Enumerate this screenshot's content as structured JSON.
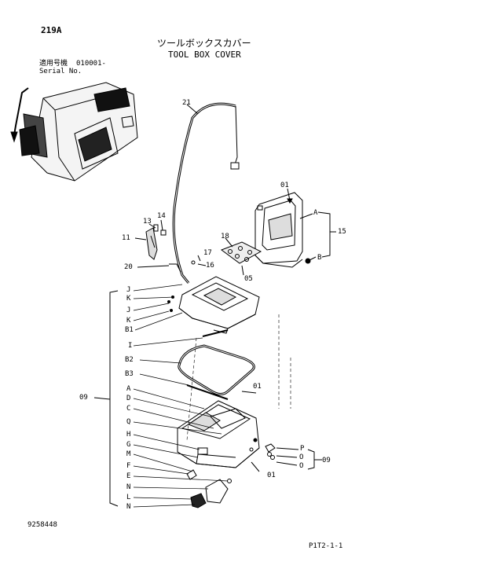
{
  "header": {
    "page_code": "219A",
    "title_jp": "ツールボックスカバー",
    "title_en": "TOOL BOX COVER",
    "serial_label_jp": "適用号機",
    "serial_label_en": "Serial No.",
    "serial_value": "010001-"
  },
  "footer": {
    "doc_number": "9258448",
    "page_ref": "P1T2-1-1"
  },
  "callouts": {
    "c21": "21",
    "c01a": "01",
    "cA_top": "A",
    "c15": "15",
    "cB_top": "B",
    "c13": "13",
    "c14": "14",
    "c11": "11",
    "c18": "18",
    "c17": "17",
    "c16": "16",
    "c20": "20",
    "c05": "05",
    "c01b": "01",
    "c01c": "01",
    "c09_left": "09",
    "c09_right": "09",
    "cP": "P",
    "cO1": "O",
    "cO2": "O"
  },
  "left_labels": [
    "J",
    "K",
    "J",
    "K",
    "B1",
    "I",
    "B2",
    "B3",
    "A",
    "D",
    "C",
    "Q",
    "H",
    "G",
    "M",
    "F",
    "E",
    "N",
    "L",
    "N"
  ]
}
